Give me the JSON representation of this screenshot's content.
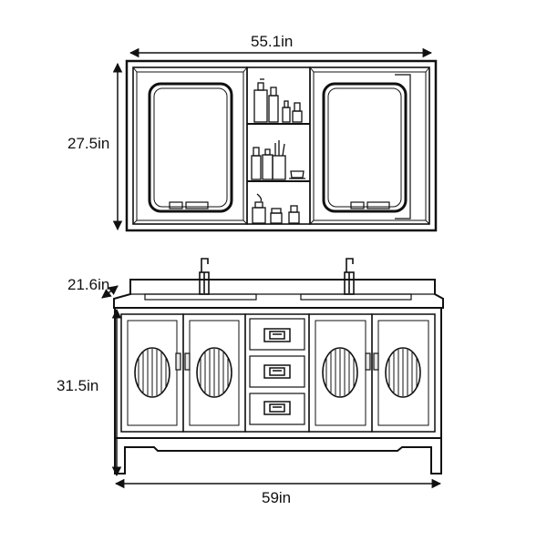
{
  "dimensions": {
    "mirror_cabinet_width": "55.1in",
    "mirror_cabinet_height": "27.5in",
    "vanity_depth": "21.6in",
    "vanity_height": "31.5in",
    "vanity_width": "59in"
  },
  "colors": {
    "line": "#111111",
    "background": "#ffffff",
    "accent_fill": "#e6e6e6"
  },
  "icons": [
    "faucet-icon",
    "bottle-icon",
    "cup-icon",
    "toothbrush-icon",
    "drawer-handle-icon",
    "door-handle-icon"
  ]
}
